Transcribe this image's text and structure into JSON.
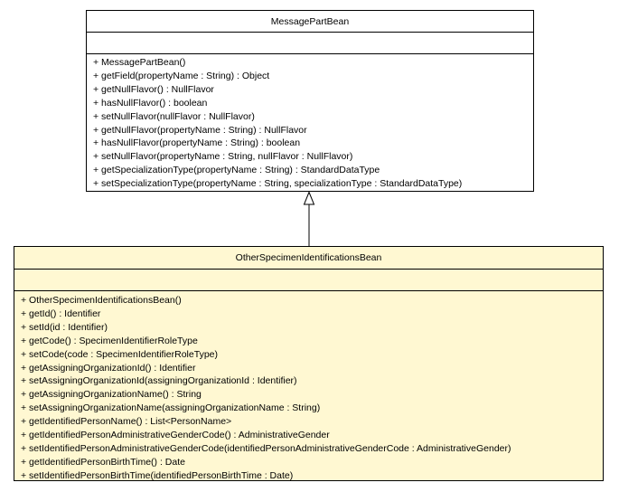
{
  "parent_class": {
    "name": "MessagePartBean",
    "operations": [
      "+ MessagePartBean()",
      "+ getField(propertyName : String) : Object",
      "+ getNullFlavor() : NullFlavor",
      "+ hasNullFlavor() : boolean",
      "+ setNullFlavor(nullFlavor : NullFlavor)",
      "+ getNullFlavor(propertyName : String) : NullFlavor",
      "+ hasNullFlavor(propertyName : String) : boolean",
      "+ setNullFlavor(propertyName : String, nullFlavor : NullFlavor)",
      "+ getSpecializationType(propertyName : String) : StandardDataType",
      "+ setSpecializationType(propertyName : String, specializationType : StandardDataType)"
    ]
  },
  "child_class": {
    "name": "OtherSpecimenIdentificationsBean",
    "operations": [
      "+ OtherSpecimenIdentificationsBean()",
      "+ getId() : Identifier",
      "+ setId(id : Identifier)",
      "+ getCode() : SpecimenIdentifierRoleType",
      "+ setCode(code : SpecimenIdentifierRoleType)",
      "+ getAssigningOrganizationId() : Identifier",
      "+ setAssigningOrganizationId(assigningOrganizationId : Identifier)",
      "+ getAssigningOrganizationName() : String",
      "+ setAssigningOrganizationName(assigningOrganizationName : String)",
      "+ getIdentifiedPersonName() : List<PersonName>",
      "+ getIdentifiedPersonAdministrativeGenderCode() : AdministrativeGender",
      "+ setIdentifiedPersonAdministrativeGenderCode(identifiedPersonAdministrativeGenderCode : AdministrativeGender)",
      "+ getIdentifiedPersonBirthTime() : Date",
      "+ setIdentifiedPersonBirthTime(identifiedPersonBirthTime : Date)"
    ]
  },
  "colors": {
    "parent_fill": "#ffffff",
    "child_fill": "#fff8d2",
    "line": "#000000"
  }
}
